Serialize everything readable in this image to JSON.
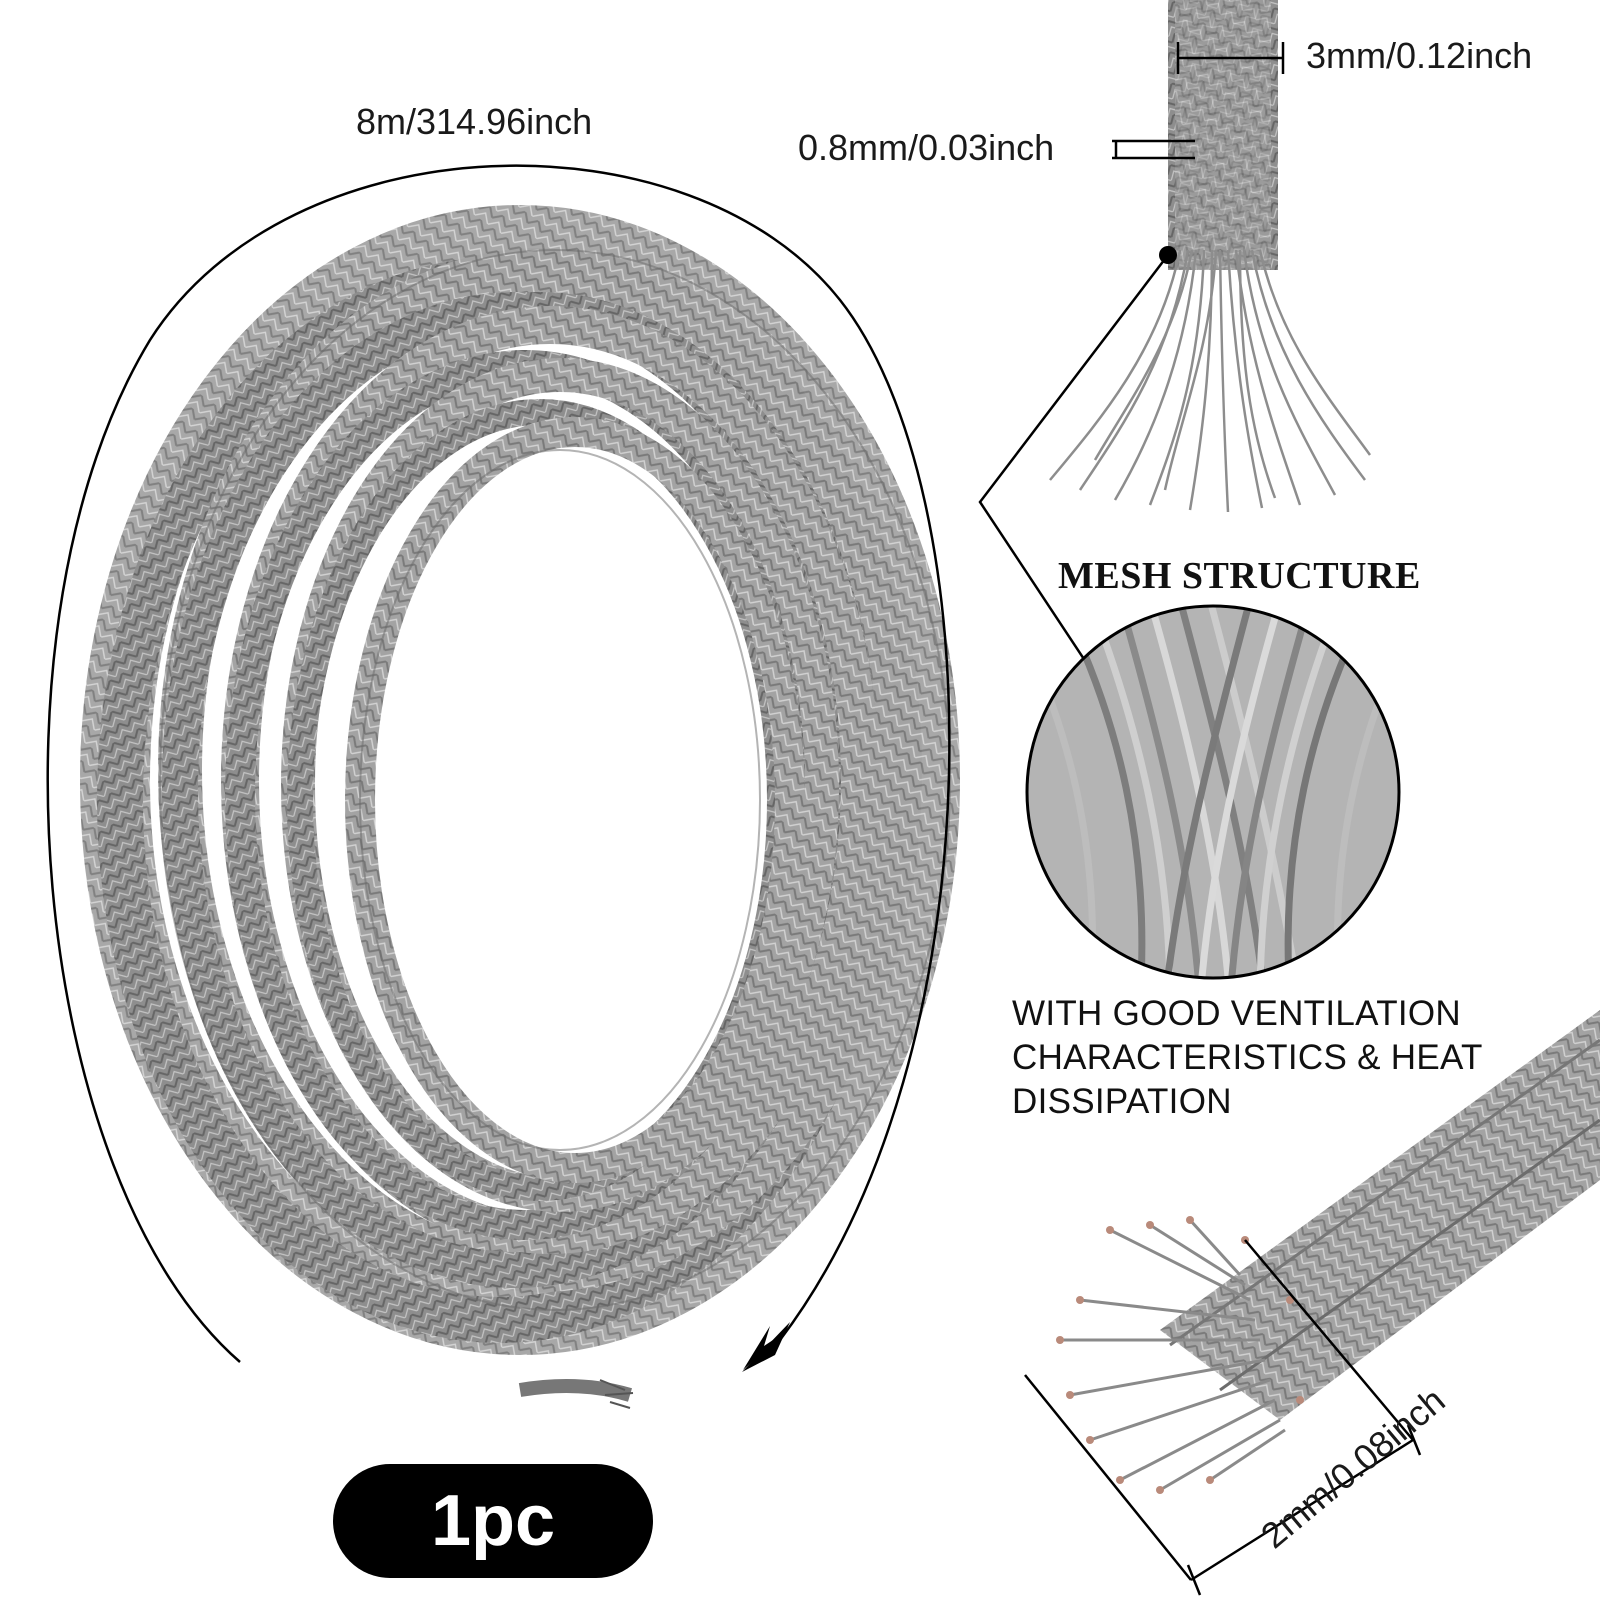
{
  "product_image": {
    "labels": {
      "length": "8m/314.96inch",
      "braid_width": "3mm/0.12inch",
      "wire_diameter": "0.8mm/0.03inch",
      "thickness": "2mm/0.08inch"
    },
    "mesh_heading": "MESH STRUCTURE",
    "description_lines": [
      "WITH GOOD VENTILATION",
      "CHARACTERISTICS & HEAT",
      "DISSIPATION"
    ],
    "quantity_badge": "1pc",
    "colors": {
      "wire": "#9a9a9a",
      "wire_dark": "#6e6e6e",
      "wire_light": "#c9c9c9",
      "copper_tips": "#b98a7a",
      "badge_bg": "#000000",
      "badge_text": "#ffffff"
    }
  }
}
